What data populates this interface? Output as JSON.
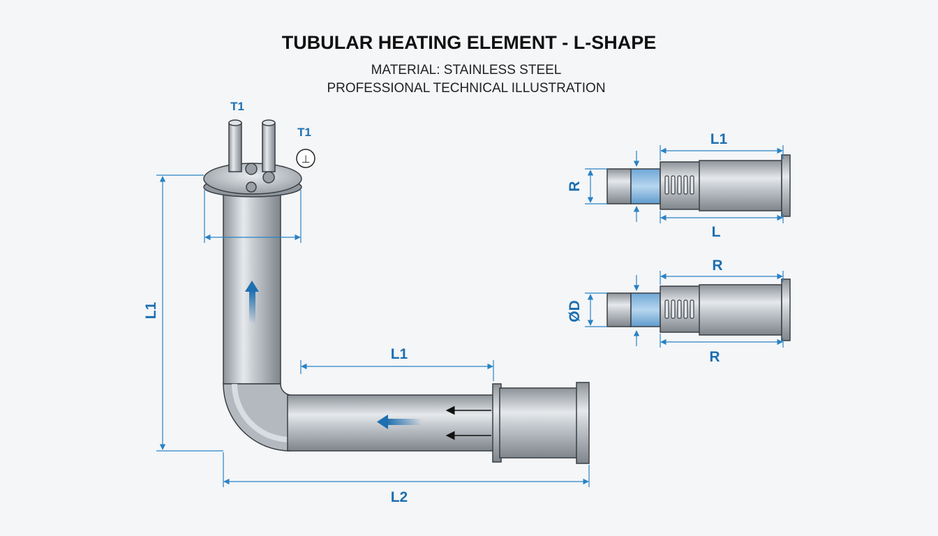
{
  "header": {
    "title": "TUBULAR HEATING ELEMENT - L-SHAPE",
    "material": "MATERIAL: STAINLESS STEEL",
    "caption": "PROFESSIONAL TECHNICAL ILLUSTRATION"
  },
  "main_view": {
    "terminal_left": "T1",
    "terminal_right": "T1",
    "ground_symbol": "⊥",
    "dim_vertical": "L1",
    "dim_horizontal_upper": "L1",
    "dim_horizontal_total": "L2"
  },
  "detail_top": {
    "dim_top": "L1",
    "dim_bottom": "L",
    "dim_side": "R"
  },
  "detail_bottom": {
    "dim_top": "R",
    "dim_bottom": "R",
    "dim_side": "ØD"
  },
  "colors": {
    "accent_blue": "#1d6fb0",
    "steel": "#b9bec3",
    "background": "#f4f6f8"
  }
}
